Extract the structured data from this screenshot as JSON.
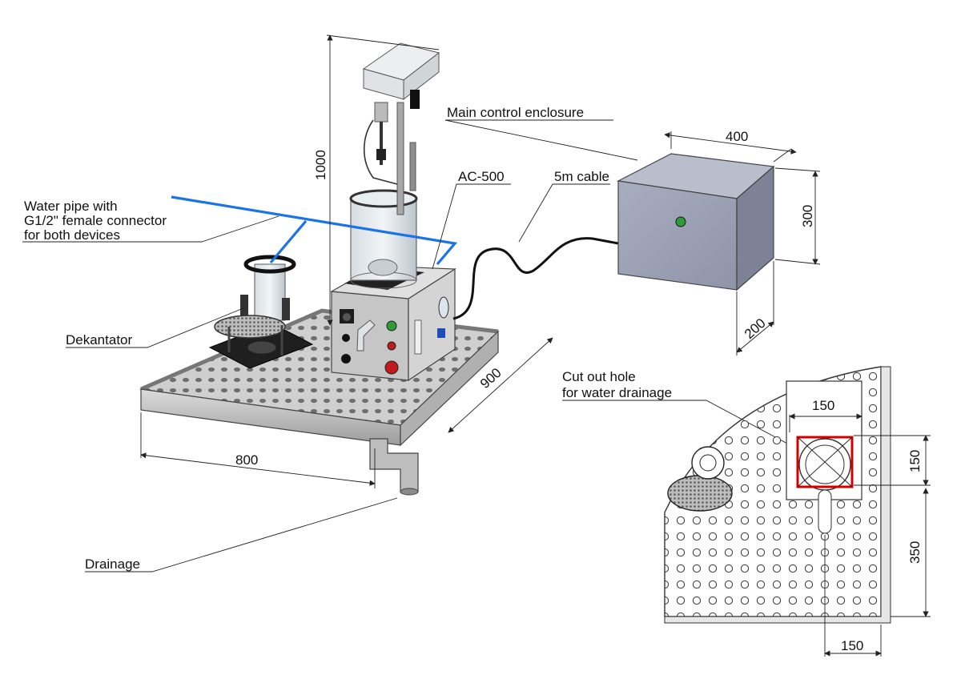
{
  "labels": {
    "water_pipe": [
      "Water pipe with",
      "G1/2\" female connector",
      "for both devices"
    ],
    "dekantator": "Dekantator",
    "drainage": "Drainage",
    "ac500": "AC-500",
    "cable": "5m cable",
    "enclosure": "Main control enclosure",
    "cut_out": [
      "Cut out hole",
      "for water drainage"
    ]
  },
  "dimensions": {
    "height_total": "1000",
    "tray_width": "800",
    "tray_depth": "900",
    "box_width": "400",
    "box_height": "300",
    "box_depth": "200",
    "hole_w": "150",
    "hole_h": "150",
    "hole_offset_y": "350",
    "hole_offset_x": "150"
  },
  "colors": {
    "water_pipe": "#1a73e8",
    "cut_out_outline": "#d40000",
    "steel": "#c9c9c9",
    "enclosure": "#9ea3b5",
    "indicator_green": "#2e9a3a",
    "indicator_red": "#c21b1b"
  }
}
